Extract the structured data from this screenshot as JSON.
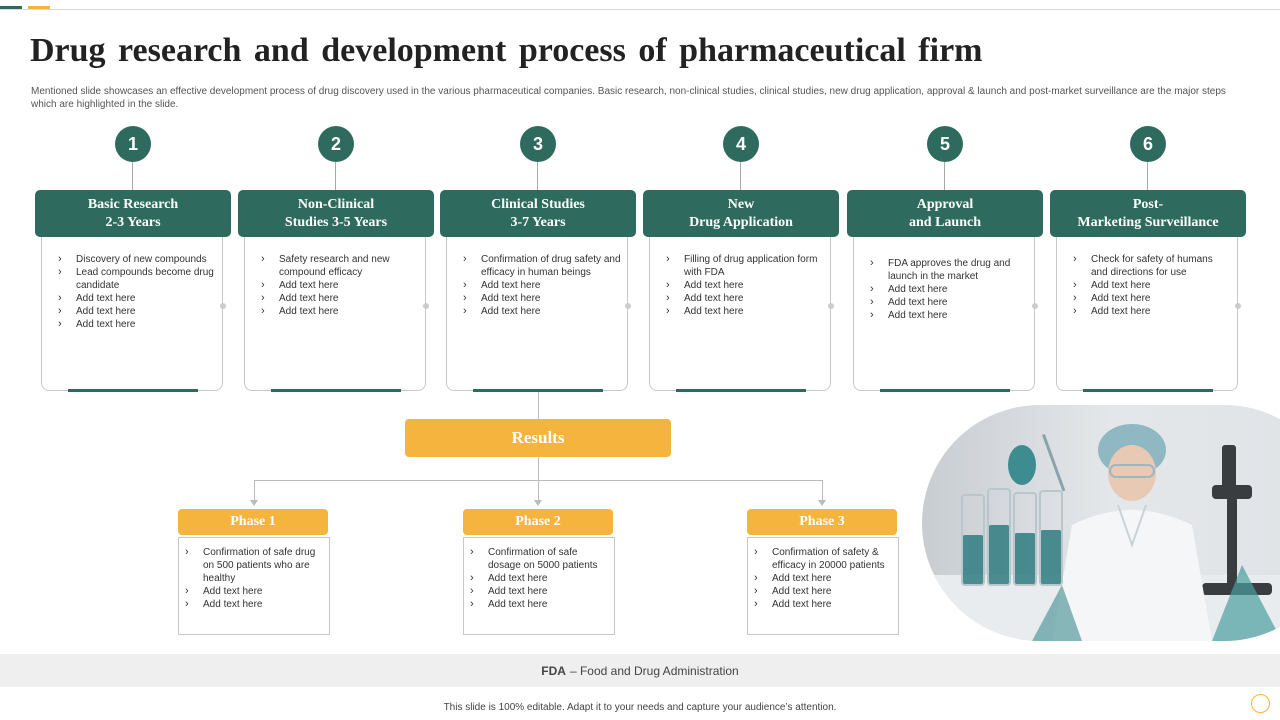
{
  "slide": {
    "title": "Drug research and development process of pharmaceutical firm",
    "subtitle": "Mentioned slide showcases an effective development process of drug discovery used in the various pharmaceutical companies. Basic research, non-clinical studies, clinical studies, new drug application, approval & launch and post-market surveillance are the major steps which are highlighted in the slide."
  },
  "colors": {
    "primary": "#2e6b5e",
    "accent": "#f5b43d"
  },
  "steps": [
    {
      "number": "1",
      "title_line1": "Basic Research",
      "title_line2": "2-3 Years",
      "bullets": [
        "Discovery of new compounds",
        "Lead compounds become drug candidate",
        "Add text here",
        "Add text here",
        "Add text here"
      ]
    },
    {
      "number": "2",
      "title_line1": "Non-Clinical",
      "title_line2": "Studies 3-5 Years",
      "bullets": [
        "Safety research and new compound efficacy",
        "Add text here",
        "Add text here",
        "Add text here"
      ]
    },
    {
      "number": "3",
      "title_line1": "Clinical Studies",
      "title_line2": "3-7 Years",
      "bullets": [
        "Confirmation of drug safety and efficacy in human beings",
        "Add text here",
        "Add text here",
        "Add text here"
      ]
    },
    {
      "number": "4",
      "title_line1": "New",
      "title_line2": "Drug Application",
      "bullets": [
        "Filling of drug application form with FDA",
        "Add text here",
        "Add text here",
        "Add text here"
      ]
    },
    {
      "number": "5",
      "title_line1": "Approval",
      "title_line2": "and Launch",
      "bullets": [
        "FDA approves the drug and launch in the market",
        "Add text here",
        "Add text here",
        "Add text here"
      ]
    },
    {
      "number": "6",
      "title_line1": "Post-",
      "title_line2": "Marketing Surveillance",
      "bullets": [
        "Check for safety of humans and directions for use",
        "Add text here",
        "Add text here",
        "Add text here"
      ]
    }
  ],
  "results": {
    "label": "Results"
  },
  "phases": [
    {
      "title": "Phase 1",
      "bullets": [
        "Confirmation of safe drug on 500 patients who are healthy",
        "Add text here",
        "Add text here"
      ]
    },
    {
      "title": "Phase 2",
      "bullets": [
        "Confirmation of safe dosage on 5000 patients",
        "Add text here",
        "Add text here",
        "Add text here"
      ]
    },
    {
      "title": "Phase 3",
      "bullets": [
        "Confirmation of safety & efficacy in 20000 patients",
        "Add text here",
        "Add text here",
        "Add text here"
      ]
    }
  ],
  "photo": {
    "icon": "scientist-lab-photo"
  },
  "footer": {
    "fda_abbr": "FDA",
    "fda_full": "– Food and Drug Administration",
    "note": "This slide is 100% editable. Adapt it to your needs and capture your audience’s attention."
  }
}
